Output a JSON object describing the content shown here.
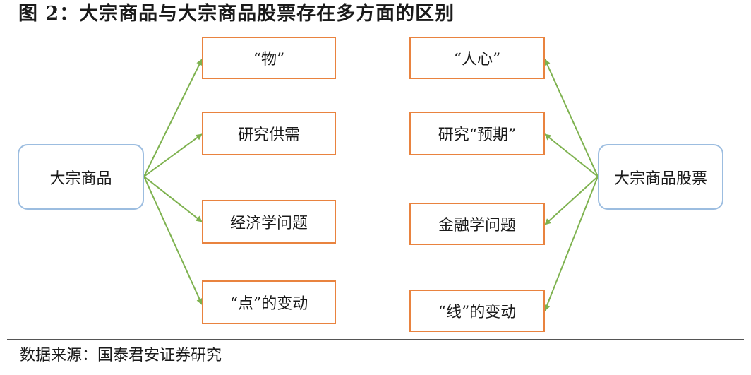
{
  "figure": {
    "title": "图 2：大宗商品与大宗商品股票存在多方面的区别",
    "source": "数据来源：国泰君安证券研究"
  },
  "left": {
    "center": "大宗商品",
    "items": [
      "“物”",
      "研究供需",
      "经济学问题",
      "“点”的变动"
    ]
  },
  "right": {
    "center": "大宗商品股票",
    "items": [
      "“人心”",
      "研究“预期”",
      "金融学问题",
      "“线”的变动"
    ]
  },
  "colors": {
    "arrow": "#7eb24f",
    "box_border": "#e9833f",
    "center_border": "#9cbde0"
  }
}
